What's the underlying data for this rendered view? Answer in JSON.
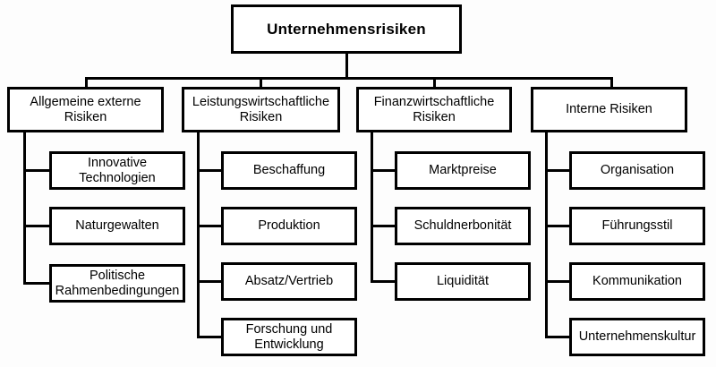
{
  "diagram": {
    "title": "Unternehmensrisiken",
    "type": "hierarchy-tree",
    "language": "de",
    "colors": {
      "background": "#fdfdfd",
      "box_fill": "#ffffff",
      "border": "#000000",
      "text": "#000000"
    },
    "root": {
      "label": "Unternehmensrisiken"
    },
    "branches": [
      {
        "label": "Allgemeine externe\nRisiken",
        "children": [
          {
            "label": "Innovative\nTechnologien"
          },
          {
            "label": "Naturgewalten"
          },
          {
            "label": "Politische\nRahmenbedingungen"
          }
        ]
      },
      {
        "label": "Leistungswirtschaftliche\nRisiken",
        "children": [
          {
            "label": "Beschaffung"
          },
          {
            "label": "Produktion"
          },
          {
            "label": "Absatz/Vertrieb"
          },
          {
            "label": "Forschung und\nEntwicklung"
          }
        ]
      },
      {
        "label": "Finanzwirtschaftliche\nRisiken",
        "children": [
          {
            "label": "Marktpreise"
          },
          {
            "label": "Schuldnerbonität"
          },
          {
            "label": "Liquidität"
          }
        ]
      },
      {
        "label": "Interne Risiken",
        "children": [
          {
            "label": "Organisation"
          },
          {
            "label": "Führungsstil"
          },
          {
            "label": "Kommunikation"
          },
          {
            "label": "Unternehmenskultur"
          }
        ]
      }
    ]
  }
}
